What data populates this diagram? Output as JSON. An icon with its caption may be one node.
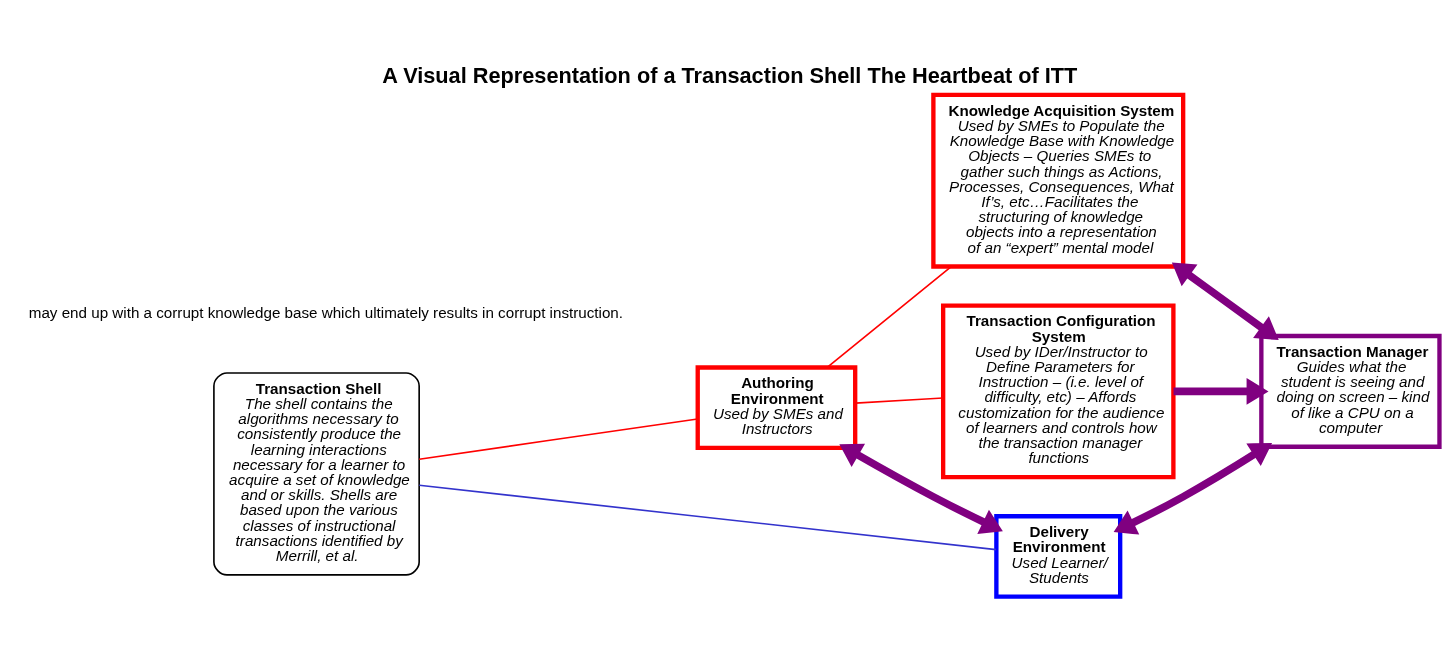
{
  "diagram": {
    "title": "A Visual Representation of a Transaction Shell The Heartbeat of ITT",
    "nodes": [
      {
        "text": [
          "Transaction Shell",
          "The shell contains the algorithms necessary to consistently produce the learning interactions necessary for a learner to acquire a set of knowledge and or skills. Shells are based upon the various classes of instructional transactions identified by Merrill, et al."
        ]
      },
      {
        "text": [
          "Authoring Environment",
          "Used by SMEs and Instructors"
        ]
      },
      {
        "text": [
          "Knowledge Acquisition System",
          "Used by SMEs to Populate the Knowledge Base with Knowledge Objects – Queries SMEs to gather such things as Actions, Processes, Consequences, What If’s, etc…Facilitates the structuring of knowledge objects into a representation of an “expert” mental model"
        ]
      },
      {
        "text": [
          "Delivery Environment",
          "Used Learner/ Students"
        ]
      },
      {
        "text": [
          "Transaction Manager",
          "Guides what the student is seeing and doing on screen – kind of like a CPU on a computer"
        ]
      },
      {
        "text": [
          "Transaction Configuration System",
          "Used by IDer/Instructor to Define Parameters for Instruction – (i.e. level of difficulty, etc) – Affords customization for the audience of learners and controls how the transaction manager functions"
        ]
      }
    ],
    "edges": [
      {
        "from": 0,
        "to": 1,
        "arrow": "none",
        "color": "#ff0000"
      },
      {
        "from": 0,
        "to": 3,
        "arrow": "none",
        "color": "#3333cc"
      },
      {
        "from": 1,
        "to": 3,
        "arrow": "both",
        "style": "thick"
      },
      {
        "from": 1,
        "to": 2,
        "arrow": "none",
        "color": "#ff0000"
      },
      {
        "from": 1,
        "to": 5,
        "arrow": "none",
        "color": "#ff0000"
      },
      {
        "from": 3,
        "to": 4,
        "arrow": "both",
        "style": "thick"
      },
      {
        "from": 2,
        "to": 4,
        "arrow": "both",
        "style": "thick"
      },
      {
        "from": 5,
        "to": 4,
        "arrow": "to",
        "style": "thick"
      }
    ],
    "labels": [
      "may end up with a corrupt knowledge base which ultimately results in corrupt instruction."
    ]
  }
}
